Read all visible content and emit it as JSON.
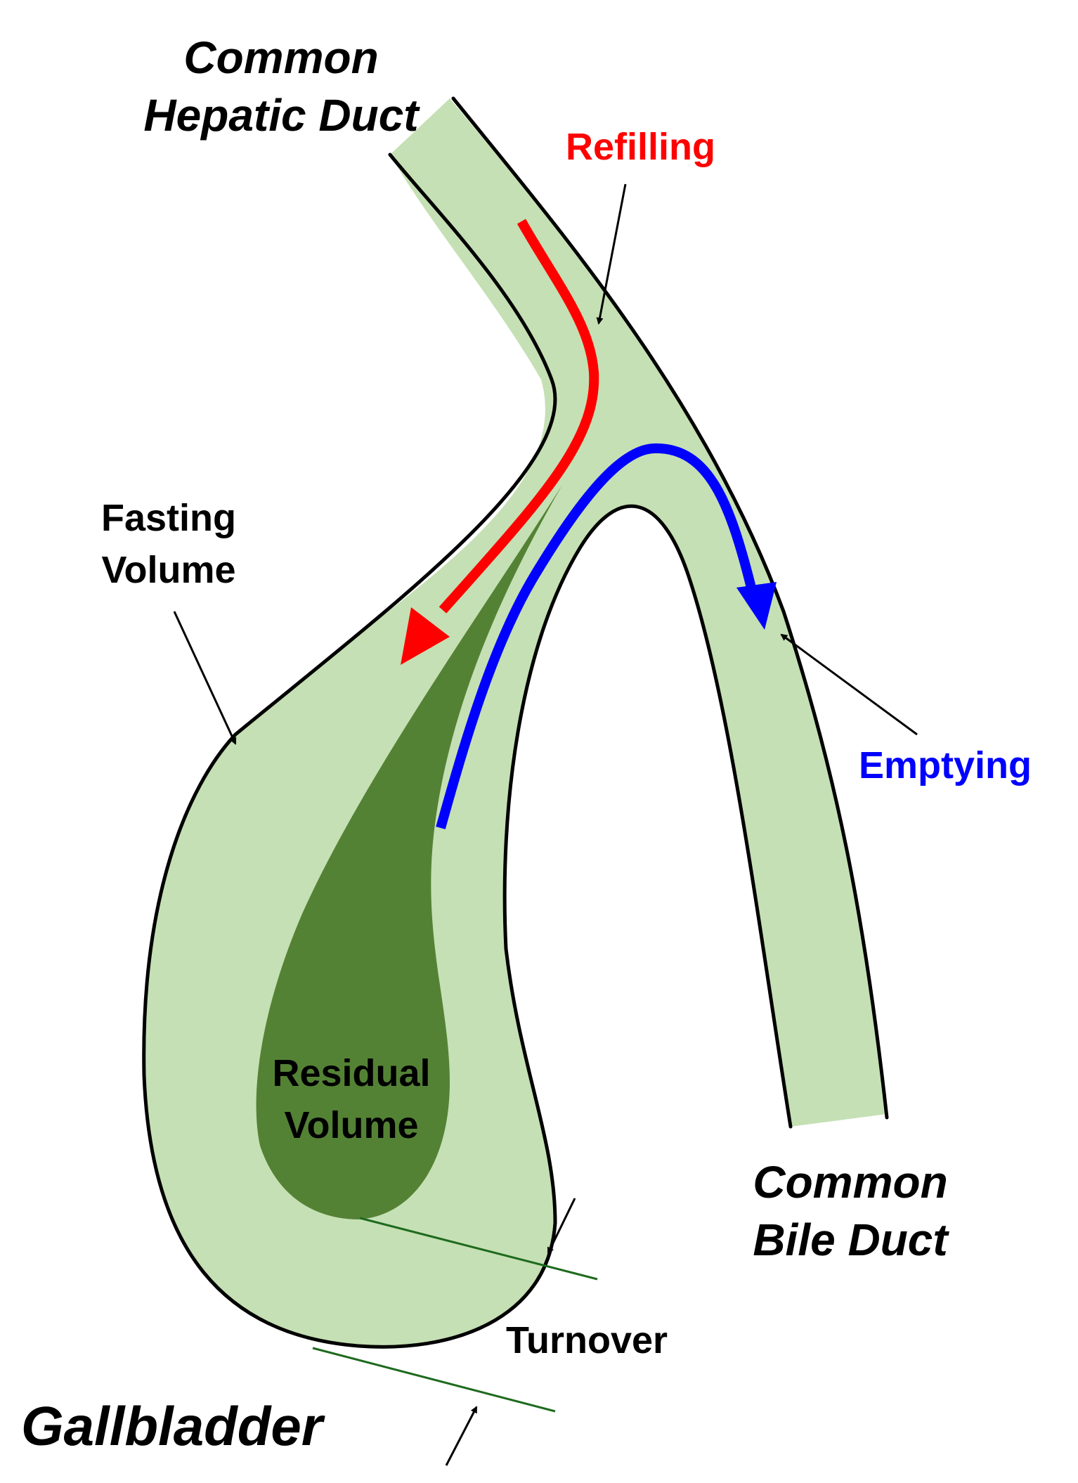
{
  "labels": {
    "common_hepatic_duct": [
      "Common",
      "Hepatic Duct"
    ],
    "refilling": "Refilling",
    "fasting_volume": [
      "Fasting",
      "Volume"
    ],
    "emptying": "Emptying",
    "residual_volume": [
      "Residual",
      "Volume"
    ],
    "common_bile_duct": [
      "Common",
      "Bile Duct"
    ],
    "turnover": "Turnover",
    "gallbladder": "Gallbladder"
  },
  "colors": {
    "fasting_fill": "#c5e0b4",
    "residual_fill": "#548235",
    "outline": "#000000",
    "refilling": "#ff0000",
    "emptying": "#0000ff",
    "turnover_line": "#1e6a1e",
    "text": "#000000"
  }
}
